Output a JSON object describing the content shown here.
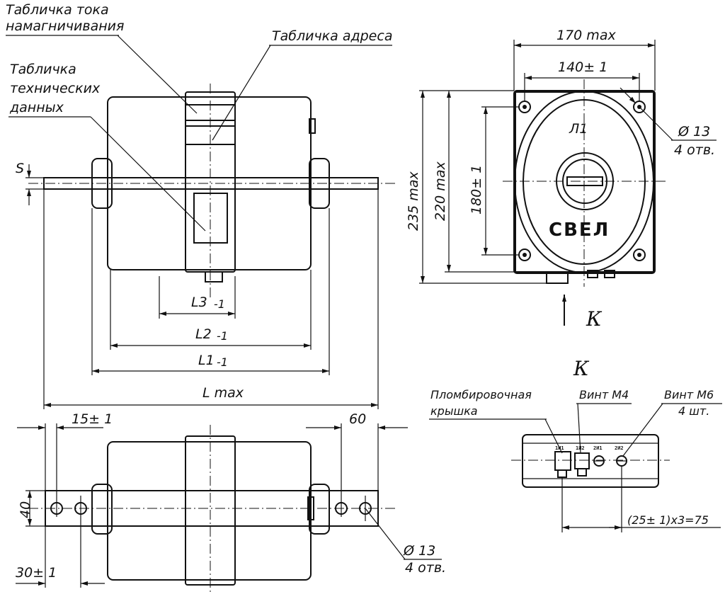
{
  "callouts": {
    "magnetizing_current_plate": [
      "Табличка тока",
      "намагничивания"
    ],
    "address_plate": "Табличка адреса",
    "technical_data_plate": [
      "Табличка",
      "технических",
      "данных"
    ],
    "sealing_cover": [
      "Пломбировочная",
      "крышка"
    ],
    "screw_m4": "Винт М4",
    "screw_m6": [
      "Винт М6",
      "4 шт."
    ]
  },
  "dimensions": {
    "s": "S",
    "l3": "L3",
    "l3_tol": "-1",
    "l2": "L2",
    "l2_tol": "-1",
    "l1": "L1",
    "l1_tol": "-1",
    "l_max": "L max",
    "d15": "15± 1",
    "d60": "60",
    "d40": "40",
    "d30": "30± 1",
    "hole_bottom": [
      "Ø 13",
      "4 отв."
    ],
    "width_170": "170 max",
    "width_140": "140± 1",
    "hole_right": [
      "Ø 13",
      "4 отв."
    ],
    "height_235": "235 max",
    "height_220": "220 max",
    "height_180": "180± 1",
    "pitch": "(25± 1)x3=75"
  },
  "front_view": {
    "marking": "Л1",
    "brand": "СВЕЛ"
  },
  "view_k": {
    "arrow_label": "К",
    "title": "К",
    "terminals": [
      "1И1",
      "1И2",
      "2И1",
      "2И2"
    ]
  },
  "colors": {
    "ink": "#111111",
    "paper": "#ffffff"
  }
}
